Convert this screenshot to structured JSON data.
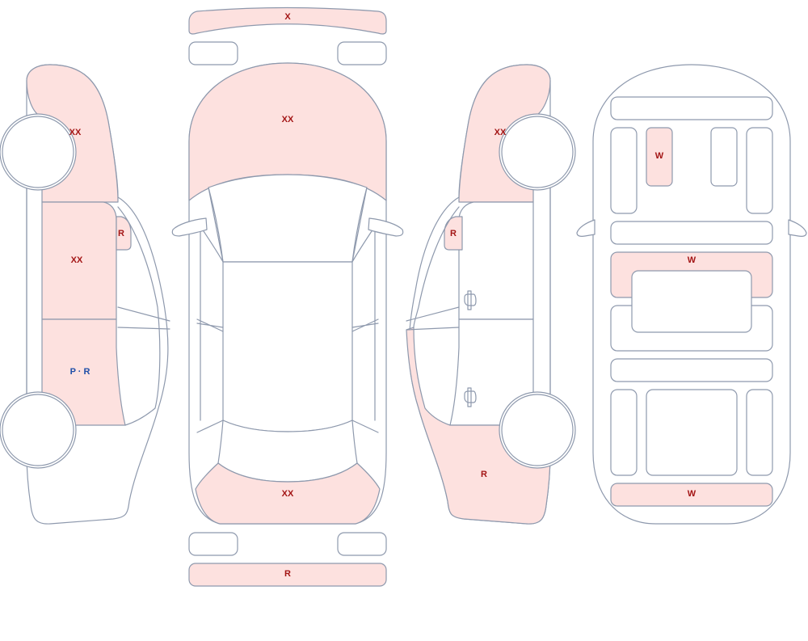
{
  "colors": {
    "outline": "#8e99ad",
    "damage_fill": "#fde1df",
    "label_red": "#a31515",
    "label_blue": "#1f4fa8"
  },
  "labels": {
    "rear_bumper_top": "X",
    "roof": "XX",
    "left_front_fender": "XX",
    "left_mirror": "R",
    "left_front_door": "XX",
    "left_rear_door": "P · R",
    "hood": "XX",
    "front_bumper_bottom": "R",
    "right_front_fender": "XX",
    "right_mirror": "R",
    "right_rear_quarter": "R",
    "underbody_panel_top": "W",
    "underbody_panel_mid": "W",
    "underbody_panel_bottom": "W"
  }
}
